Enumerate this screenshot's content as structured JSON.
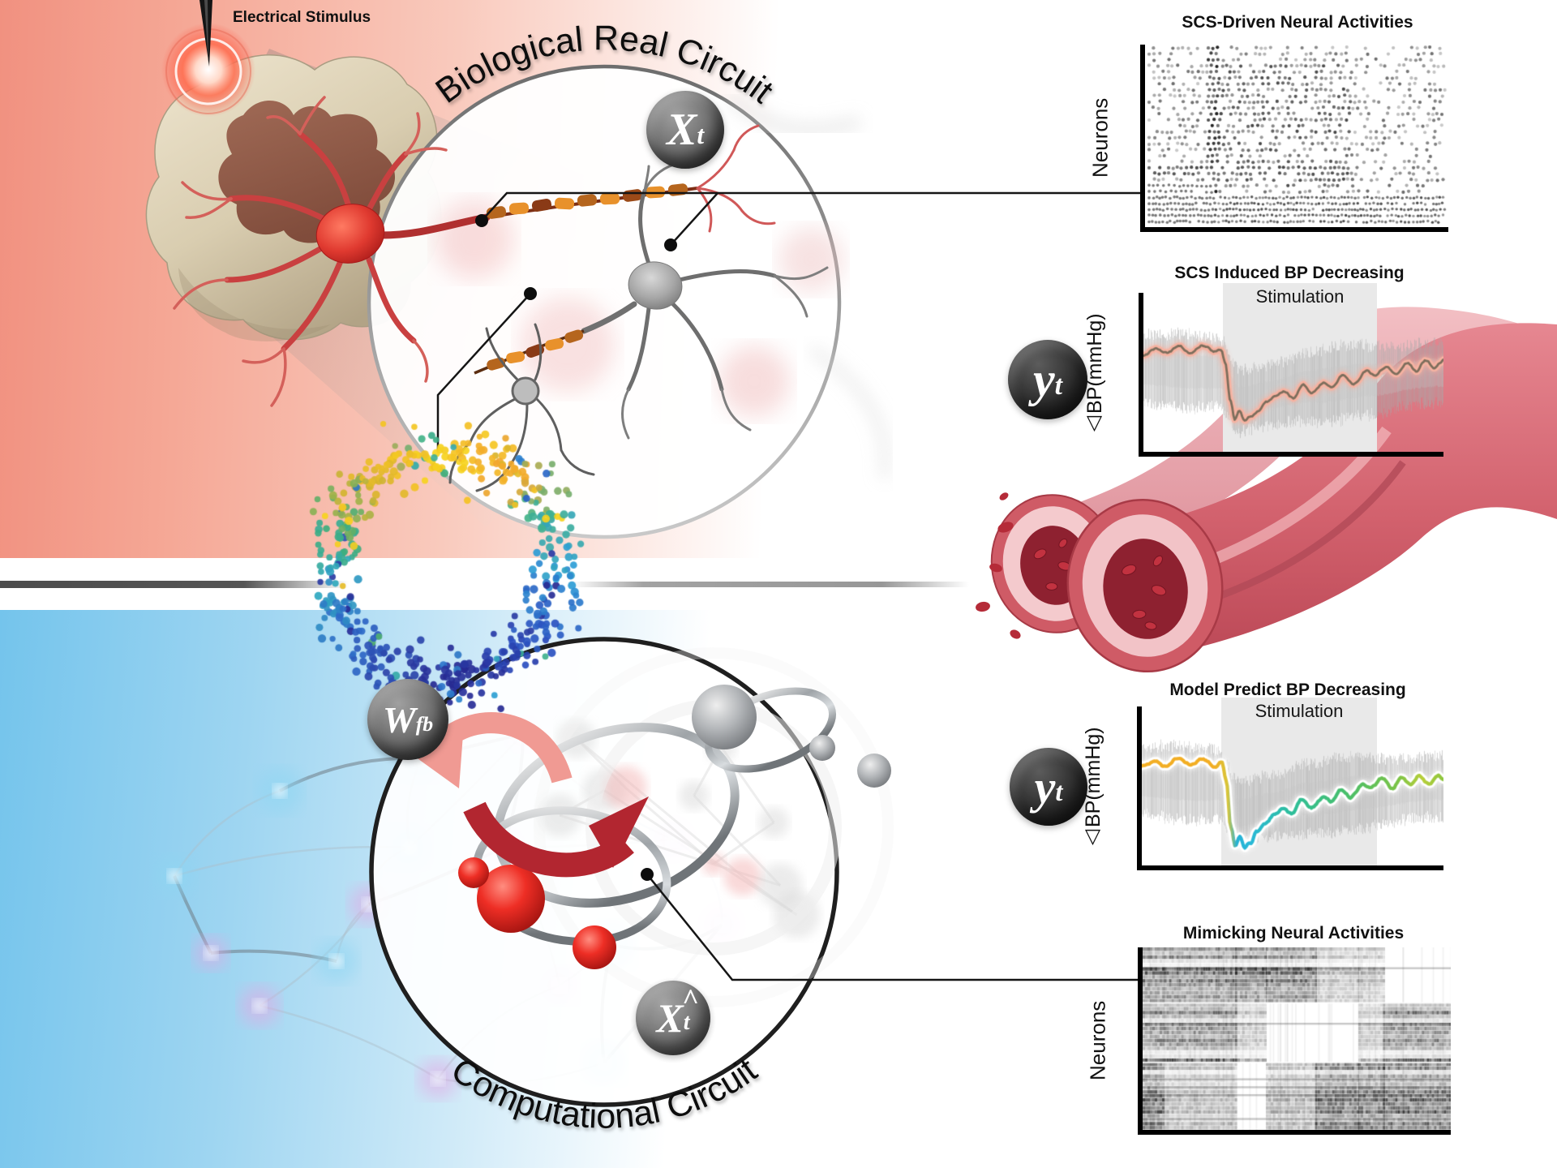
{
  "figure": {
    "electrical_stimulus_label": "Electrical Stimulus",
    "biological_circuit_label": "Biological Real Circuit",
    "computational_circuit_label": "Computational Circuit"
  },
  "badges": {
    "xt": {
      "base": "X",
      "sub": "t"
    },
    "yt_real": {
      "base": "y",
      "sub": "t"
    },
    "wfb": {
      "base": "W",
      "sub": "fb"
    },
    "xt_hat": {
      "base": "X",
      "sub": "t",
      "hat": "^"
    },
    "yt_model": {
      "base": "y",
      "sub": "t"
    }
  },
  "panels": {
    "raster": {
      "title": "SCS-Driven Neural Activities",
      "ylabel": "Neurons"
    },
    "bp_real": {
      "title": "SCS Induced BP Decreasing",
      "ylabel": "△BP(mmHg)",
      "region_label": "Stimulation"
    },
    "bp_model": {
      "title": "Model Predict BP Decreasing",
      "ylabel": "△BP(mmHg)",
      "region_label": "Stimulation"
    },
    "heatmap": {
      "title": "Mimicking Neural Activities",
      "ylabel": "Neurons"
    }
  },
  "chart_data": [
    {
      "id": "bp_real",
      "type": "line",
      "title": "SCS Induced BP Decreasing",
      "xlabel": "",
      "ylabel": "△BP(mmHg)",
      "legend": [],
      "grid": false,
      "stim_window_frac": [
        0.272,
        0.79
      ],
      "line_color": "#7d6e5c",
      "glow_color": "#f6b3a2",
      "band_color": "#aaaaaa",
      "band_mid_frac": [
        [
          0,
          0.48
        ],
        [
          0.25,
          0.5
        ],
        [
          0.32,
          0.68
        ],
        [
          0.42,
          0.64
        ],
        [
          0.55,
          0.59
        ],
        [
          0.75,
          0.55
        ],
        [
          1,
          0.5
        ]
      ],
      "band_halfwidth_frac": 0.175,
      "anchors_frac": [
        [
          0,
          0.4
        ],
        [
          0.04,
          0.35
        ],
        [
          0.08,
          0.39
        ],
        [
          0.12,
          0.33
        ],
        [
          0.16,
          0.37
        ],
        [
          0.2,
          0.34
        ],
        [
          0.235,
          0.37
        ],
        [
          0.26,
          0.35
        ],
        [
          0.272,
          0.43
        ],
        [
          0.29,
          0.68
        ],
        [
          0.305,
          0.8
        ],
        [
          0.32,
          0.75
        ],
        [
          0.335,
          0.81
        ],
        [
          0.355,
          0.77
        ],
        [
          0.38,
          0.74
        ],
        [
          0.41,
          0.7
        ],
        [
          0.44,
          0.66
        ],
        [
          0.47,
          0.62
        ],
        [
          0.5,
          0.66
        ],
        [
          0.53,
          0.59
        ],
        [
          0.56,
          0.63
        ],
        [
          0.6,
          0.56
        ],
        [
          0.63,
          0.6
        ],
        [
          0.67,
          0.53
        ],
        [
          0.7,
          0.57
        ],
        [
          0.74,
          0.5
        ],
        [
          0.77,
          0.54
        ],
        [
          0.81,
          0.47
        ],
        [
          0.84,
          0.51
        ],
        [
          0.88,
          0.44
        ],
        [
          0.91,
          0.49
        ],
        [
          0.94,
          0.42
        ],
        [
          0.97,
          0.47
        ],
        [
          1,
          0.43
        ]
      ]
    },
    {
      "id": "bp_model",
      "type": "line",
      "title": "Model Predict BP Decreasing",
      "xlabel": "",
      "ylabel": "△BP(mmHg)",
      "legend": [],
      "grid": false,
      "stim_window_frac": [
        0.272,
        0.79
      ],
      "glow_color": "#ffffff",
      "band_color": "#aaaaaa",
      "line_gradient": [
        [
          0,
          "#f2ae24"
        ],
        [
          0.24,
          "#f2ae24"
        ],
        [
          0.285,
          "#d8c63a"
        ],
        [
          0.315,
          "#25b2d6"
        ],
        [
          0.36,
          "#29b9d8"
        ],
        [
          0.5,
          "#2fbf9a"
        ],
        [
          0.68,
          "#49bf6a"
        ],
        [
          0.85,
          "#7cc447"
        ],
        [
          0.93,
          "#b8cf3a"
        ],
        [
          1,
          "#8dc63f"
        ]
      ],
      "band_mid_frac": [
        [
          0,
          0.47
        ],
        [
          0.25,
          0.49
        ],
        [
          0.32,
          0.67
        ],
        [
          0.42,
          0.63
        ],
        [
          0.55,
          0.58
        ],
        [
          0.75,
          0.54
        ],
        [
          1,
          0.5
        ]
      ],
      "band_halfwidth_frac": 0.175,
      "anchors_frac": [
        [
          0,
          0.37
        ],
        [
          0.04,
          0.33
        ],
        [
          0.08,
          0.38
        ],
        [
          0.12,
          0.32
        ],
        [
          0.16,
          0.36
        ],
        [
          0.2,
          0.33
        ],
        [
          0.24,
          0.36
        ],
        [
          0.265,
          0.33
        ],
        [
          0.28,
          0.45
        ],
        [
          0.295,
          0.75
        ],
        [
          0.31,
          0.88
        ],
        [
          0.325,
          0.83
        ],
        [
          0.34,
          0.89
        ],
        [
          0.36,
          0.85
        ],
        [
          0.38,
          0.78
        ],
        [
          0.41,
          0.73
        ],
        [
          0.44,
          0.68
        ],
        [
          0.47,
          0.63
        ],
        [
          0.5,
          0.67
        ],
        [
          0.53,
          0.6
        ],
        [
          0.56,
          0.64
        ],
        [
          0.6,
          0.56
        ],
        [
          0.63,
          0.6
        ],
        [
          0.66,
          0.53
        ],
        [
          0.69,
          0.57
        ],
        [
          0.73,
          0.49
        ],
        [
          0.76,
          0.53
        ],
        [
          0.8,
          0.46
        ],
        [
          0.83,
          0.51
        ],
        [
          0.86,
          0.44
        ],
        [
          0.89,
          0.49
        ],
        [
          0.92,
          0.42
        ],
        [
          0.95,
          0.47
        ],
        [
          0.98,
          0.43
        ],
        [
          1,
          0.45
        ]
      ]
    },
    {
      "id": "raster",
      "type": "scatter",
      "title": "SCS-Driven Neural Activities",
      "ylabel": "Neurons",
      "description": "Grayscale spike raster of many neurons; sparse before stimulus, dark dense band at onset, dense bottom rows.",
      "onset_frac": [
        0.205,
        0.245
      ],
      "dense_region_frac": [
        0.245,
        0.68
      ]
    },
    {
      "id": "heatmap",
      "type": "heatmap",
      "title": "Mimicking Neural Activities",
      "ylabel": "Neurons",
      "description": "Grayscale activity heatmap with three row-bands of alternating dark/light blocks and horizontal streaks."
    }
  ],
  "ring_attractor": {
    "description": "Ring of scattered dots colored by angular position (neural state-space ring).",
    "palette_deg": [
      [
        0,
        "#f6d51f"
      ],
      [
        35,
        "#f2a62c"
      ],
      [
        60,
        "#43b389"
      ],
      [
        90,
        "#2d9fd6"
      ],
      [
        130,
        "#2b4fc0"
      ],
      [
        170,
        "#272a93"
      ],
      [
        200,
        "#2b3fa6"
      ],
      [
        235,
        "#2e6ac8"
      ],
      [
        265,
        "#2fa8c0"
      ],
      [
        290,
        "#3fae7a"
      ],
      [
        315,
        "#d8b42d"
      ],
      [
        340,
        "#f2c224"
      ]
    ]
  },
  "colors": {
    "bg_red": "#f19180",
    "bg_blue": "#74c4ec",
    "divider_dark": "#4c4c4c",
    "divider_light": "#9c9c9c",
    "stim_region": "#e9e9e9",
    "vessel_main": "#d4606b",
    "vessel_ring": "#f2c4c8",
    "vessel_lumen": "#8e2130",
    "arrow_pink": "#f09a93",
    "arrow_red": "#b22630",
    "neuron_red": "#e03a30",
    "neuron_gray": "#9a9a9a",
    "myelin_orange": "#e8912b"
  }
}
